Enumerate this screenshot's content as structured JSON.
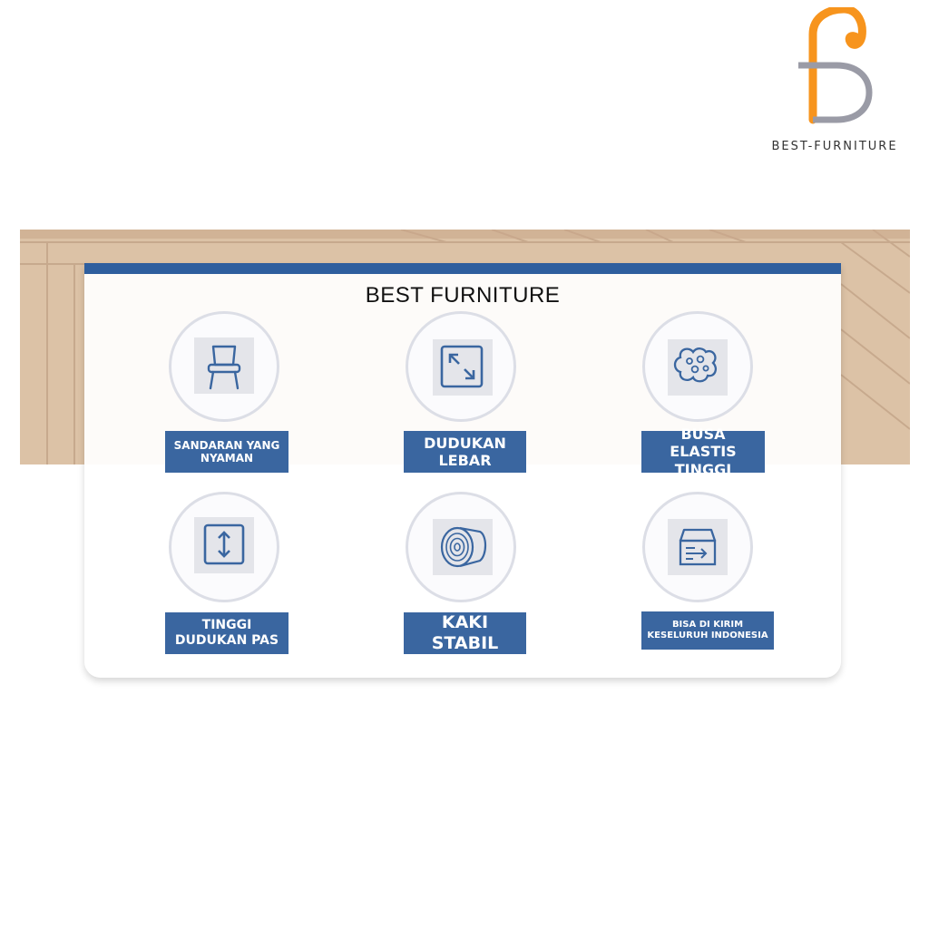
{
  "brand": {
    "name": "BEST-FURNITURE",
    "orange": "#f7941d",
    "gray": "#9a9ba6"
  },
  "banner": {
    "title": "BEST FURNITURE",
    "accent": "#2e5e9e",
    "label_color": "#3a66a0"
  },
  "features": [
    {
      "label": "SANDARAN YANG NYAMAN",
      "icon": "chair-icon"
    },
    {
      "label": "DUDUKAN LEBAR",
      "icon": "expand-arrows-icon"
    },
    {
      "label": "BUSA ELASTIS TINGGI",
      "icon": "sponge-icon"
    },
    {
      "label": "TINGGI DUDUKAN PAS",
      "icon": "vertical-arrows-icon"
    },
    {
      "label": "KAKI STABIL",
      "icon": "wood-log-icon"
    },
    {
      "label": "BISA DI KIRIM KESELURUH INDONESIA",
      "icon": "delivery-box-icon"
    }
  ]
}
